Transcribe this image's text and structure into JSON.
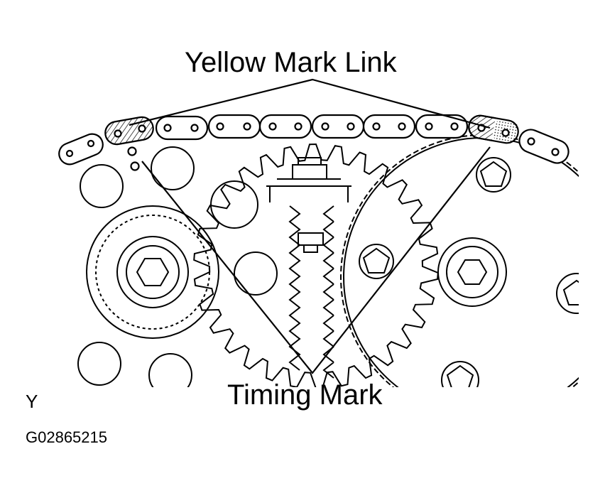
{
  "labels": {
    "yellow_mark_link": "Yellow Mark Link",
    "timing_mark": "Timing Mark",
    "view_letter": "Y",
    "figure_code": "G02865215"
  },
  "colors": {
    "ink": "#000000",
    "paper": "#ffffff"
  }
}
